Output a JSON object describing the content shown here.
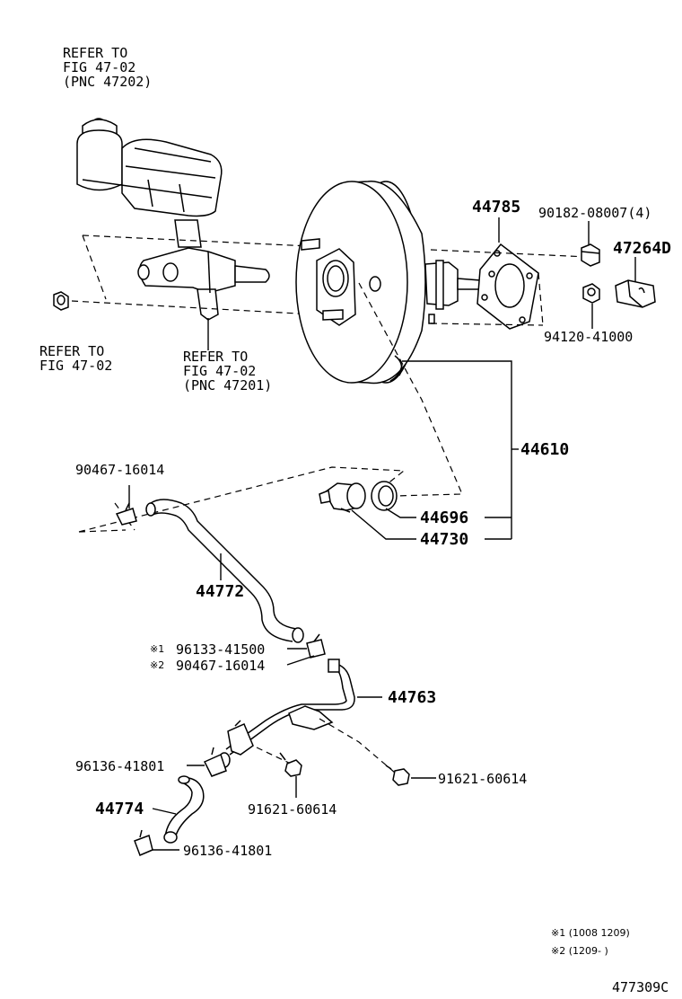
{
  "diagram_id": "477309C",
  "refs": {
    "reservoir": [
      "REFER TO",
      "FIG 47-02",
      "(PNC 47202)"
    ],
    "left_nut": [
      "REFER TO",
      "FIG 47-02"
    ],
    "master_cyl": [
      "REFER TO",
      "FIG 47-02",
      "(PNC 47201)"
    ]
  },
  "parts": {
    "gasket": "44785",
    "nut_top": "90182-08007(4)",
    "bracket": "47264D",
    "nut_bottom": "94120-41000",
    "booster": "44610",
    "grommet": "44696",
    "check_valve": "44730",
    "clamp_top": "90467-16014",
    "hose_upper": "44772",
    "clamp_a": "96133-41500",
    "clamp_b": "90467-16014",
    "pipe": "44763",
    "clamp_c": "96136-41801",
    "bolt_a": "91621-60614",
    "bolt_b": "91621-60614",
    "hose_lower": "44774",
    "clamp_d": "96136-41801"
  },
  "marks": {
    "m1": "※1",
    "m2": "※2"
  },
  "notes": {
    "n1": "※1 (1008  1209)",
    "n2": "※2 (1209-       )"
  }
}
